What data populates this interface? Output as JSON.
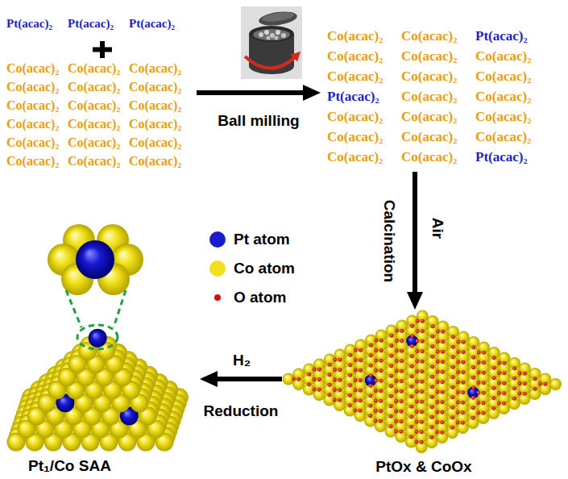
{
  "diagram": {
    "nodes": [
      {
        "text": [
          "Pt(acac)₂",
          "Pt(acac)₂",
          "Pt(acac)₂",
          "Co(acac)₂",
          "Co(acac)₂",
          "Co(acac)₂",
          "Co(acac)₂",
          "Co(acac)₂",
          "Co(acac)₂",
          "Co(acac)₂",
          "Co(acac)₂",
          "Co(acac)₂",
          "Co(acac)₂",
          "Co(acac)₂",
          "Co(acac)₂",
          "Co(acac)₂",
          "Co(acac)₂",
          "Co(acac)₂",
          "Co(acac)₂",
          "Co(acac)₂",
          "Co(acac)₂"
        ]
      },
      {
        "text": [
          "Co(acac)₂",
          "Co(acac)₂",
          "Pt(acac)₂",
          "Co(acac)₂",
          "Co(acac)₂",
          "Co(acac)₂",
          "Co(acac)₂",
          "Co(acac)₂",
          "Co(acac)₂",
          "Pt(acac)₂",
          "Co(acac)₂",
          "Co(acac)₂",
          "Co(acac)₂",
          "Co(acac)₂",
          "Co(acac)₂",
          "Co(acac)₂",
          "Co(acac)₂",
          "Co(acac)₂",
          "Co(acac)₂",
          "Co(acac)₂",
          "Pt(acac)₂"
        ]
      },
      {
        "text": [
          "PtOx & CoOx"
        ]
      },
      {
        "text": [
          "Pt₁/Co SAA"
        ]
      }
    ],
    "edges": [
      {
        "from": 0,
        "to": 1,
        "arrow": "to",
        "label": "Ball milling"
      },
      {
        "from": 1,
        "to": 2,
        "arrow": "to",
        "label": "Calcination"
      },
      {
        "from": 2,
        "to": 3,
        "arrow": "to",
        "label": "Reduction"
      }
    ],
    "labels": [
      "Air",
      "H₂"
    ],
    "legend": [
      {
        "text": "Pt atom",
        "color": "#1a1ad0"
      },
      {
        "text": "Co atom",
        "color": "#f2e01e"
      },
      {
        "text": "O atom",
        "color": "#d41010"
      }
    ]
  }
}
